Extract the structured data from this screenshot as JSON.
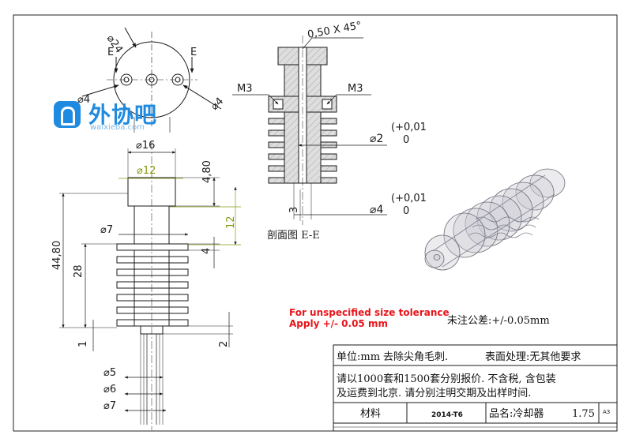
{
  "drawing": {
    "top_view": {
      "dia_label": "24",
      "section_marker_left": "E",
      "section_marker_right": "E",
      "hole_label_left": "4",
      "hole_label_right": "4"
    },
    "front_view": {
      "dia_16": "16",
      "dia_12": "12",
      "dim_480": "4,80",
      "dim_4480": "44,80",
      "dim_28": "28",
      "dim_12_side": "12",
      "dim_4_side": "4",
      "dia_7_top": "7",
      "dim_1": "1",
      "dim_2": "2",
      "dia_5": "5",
      "dia_6": "6",
      "dia_7_bottom": "7"
    },
    "section_view": {
      "chamfer": "0,50 X 45°",
      "thread_left": "M3",
      "thread_right": "M3",
      "dia_2_base": "2",
      "dia_2_tol_top": "(+0,01",
      "dia_2_tol_bottom": "0",
      "dia_4_base": "4",
      "dia_4_tol_top": "(+0,01",
      "dia_4_tol_bottom": "0",
      "dim_3": "3",
      "caption": "剖面图  E-E"
    }
  },
  "watermark": {
    "name": "外协吧",
    "site": "waixieba.com"
  },
  "tolerance_note": {
    "en_line1": "For unspecified size tolerance",
    "en_line2": "Apply +/- 0.05 mm",
    "cn": "未注公差:+/-0.05mm"
  },
  "title_block": {
    "unit": "单位:mm",
    "deburr": "去除尖角毛刺.",
    "surface": "表面处理:无其他要求",
    "note_line1": "请以1000套和1500套分别报价. 不含税, 含包装",
    "note_line2": "及运费到北京. 请分别注明交期及出样时间.",
    "material": "材料",
    "date_code": "2014-T6",
    "part_name": "品名:冷却器",
    "revision": "1.75",
    "sheet_size": "A3"
  },
  "colors": {
    "line": "#1a1a1a",
    "dim_green": "#8a9a12",
    "red_note": "#e8151b",
    "logo_blue": "#1e8ae0",
    "hatch_gray": "#d9d9d9"
  }
}
